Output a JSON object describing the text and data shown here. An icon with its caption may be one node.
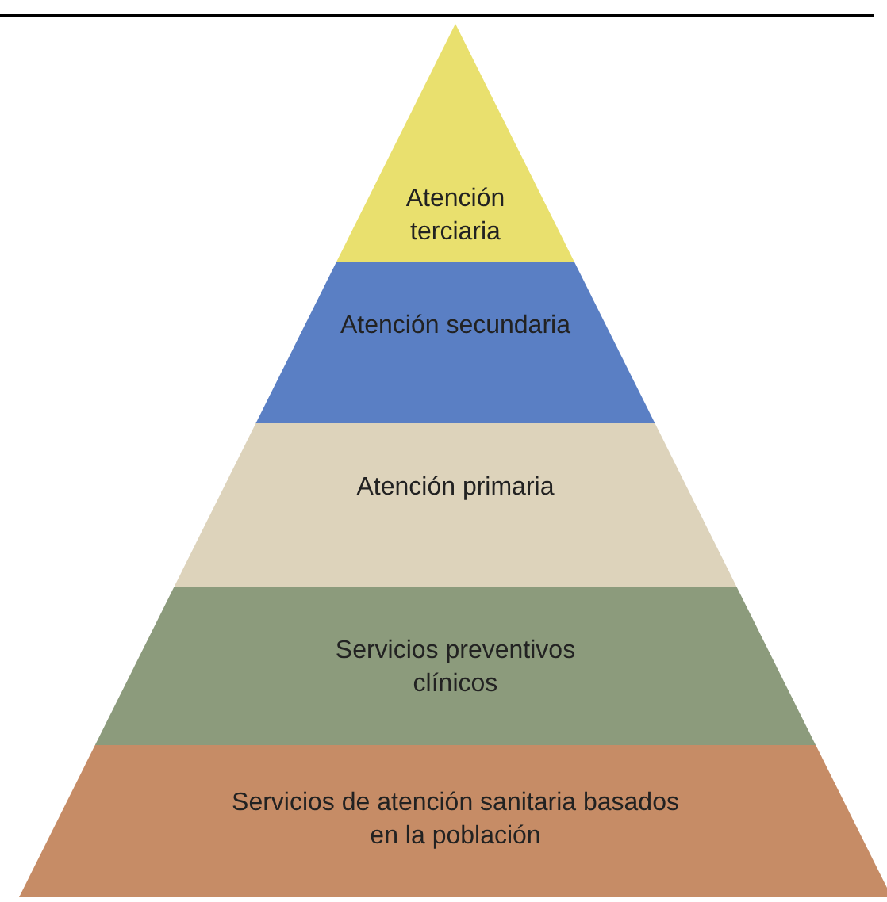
{
  "diagram": {
    "nodes": [
      {
        "text": [
          "Atención terciaria"
        ]
      },
      {
        "text": [
          "Atención secundaria"
        ]
      },
      {
        "text": [
          "Atención primaria"
        ]
      },
      {
        "text": [
          "Servicios preventivos clínicos"
        ]
      },
      {
        "text": [
          "Servicios de atención sanitaria basados en la población"
        ]
      }
    ]
  }
}
